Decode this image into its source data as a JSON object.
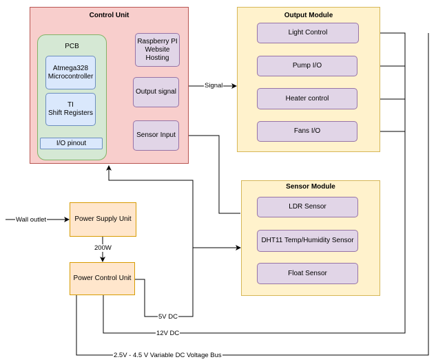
{
  "control_unit": {
    "title": "Control Unit",
    "pcb": {
      "title": "PCB",
      "microcontroller": "Atmega328\nMicrocontroller",
      "shift_registers": "TI\nShift Registers",
      "io_pinout": "I/O pinout"
    },
    "raspberry_pi": "Raspberry PI\nWebsite\nHosting",
    "output_signal": "Output signal",
    "sensor_input": "Sensor Input"
  },
  "output_module": {
    "title": "Output Module",
    "items": [
      "Light Control",
      "Pump I/O",
      "Heater control",
      "Fans I/O"
    ]
  },
  "sensor_module": {
    "title": "Sensor Module",
    "items": [
      "LDR Sensor",
      "DHT11 Temp/Humidity Sensor",
      "Float Sensor"
    ]
  },
  "power_supply_unit": "Power Supply Unit",
  "power_control_unit": "Power Control Unit",
  "labels": {
    "signal": "Signal",
    "wall_outlet": "Wall outlet",
    "watts": "200W",
    "v5": "5V DC",
    "v12": "12V DC",
    "bus": "2.5V - 4.5 V Variable DC Voltage Bus"
  },
  "colors": {
    "control_fill": "#f8cecc",
    "control_stroke": "#b85450",
    "pcb_fill": "#d5e8d4",
    "pcb_stroke": "#82b366",
    "inner_fill": "#dae8fc",
    "inner_stroke": "#6c8ebf",
    "purple_fill": "#e1d5e7",
    "purple_stroke": "#9673a6",
    "module_fill": "#fff2cc",
    "module_stroke": "#d6b656",
    "power_fill": "#ffe6cc",
    "power_stroke": "#d79b00"
  }
}
